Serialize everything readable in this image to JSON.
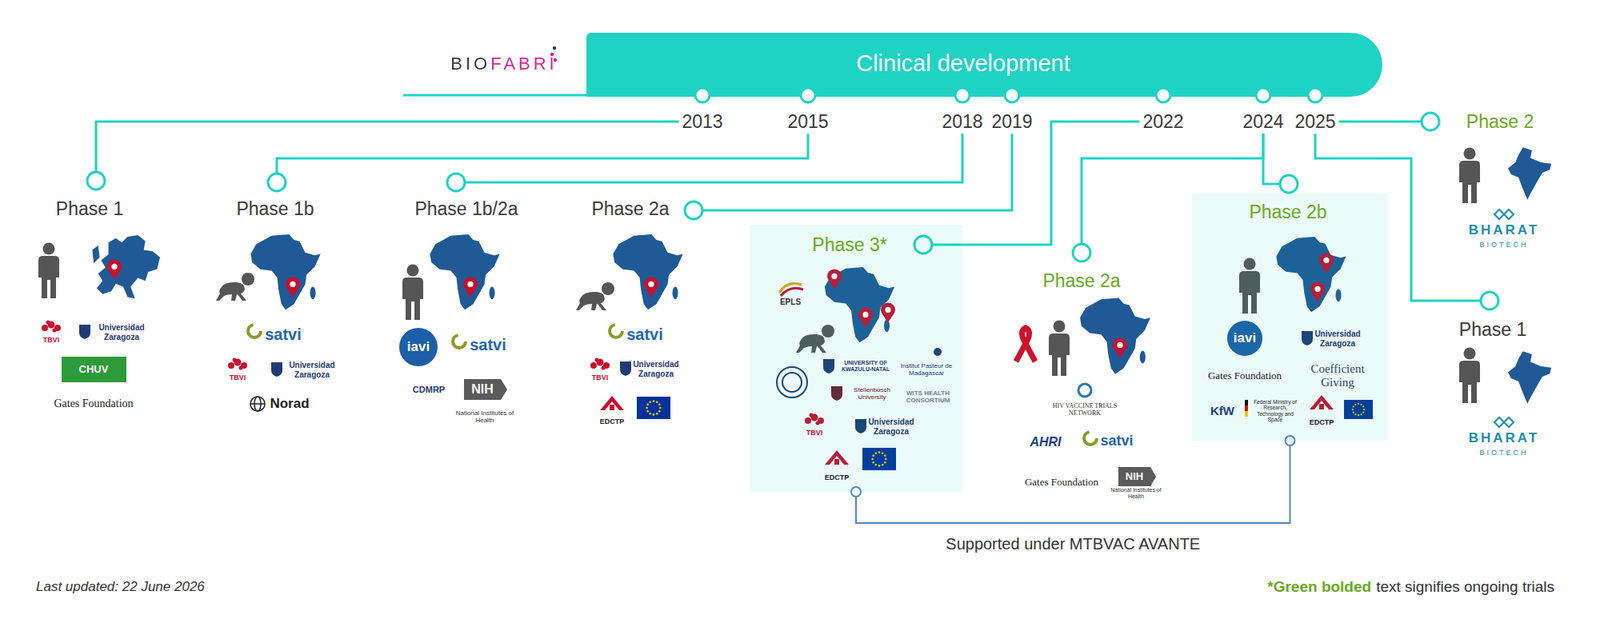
{
  "diagram": {
    "nodes": [
      {
        "text": [
          "Clinical development"
        ]
      },
      {
        "text": [
          "2013"
        ]
      },
      {
        "text": [
          "2015"
        ]
      },
      {
        "text": [
          "2018"
        ]
      },
      {
        "text": [
          "2019"
        ]
      },
      {
        "text": [
          "2022"
        ]
      },
      {
        "text": [
          "2024"
        ]
      },
      {
        "text": [
          "2025"
        ]
      },
      {
        "text": [
          "Phase 1",
          "TBVI",
          "Universidad Zaragoza",
          "CHUV",
          "Gates Foundation"
        ]
      },
      {
        "text": [
          "Phase 1b",
          "satvi",
          "TBVI",
          "Universidad Zaragoza",
          "Norad"
        ]
      },
      {
        "text": [
          "Phase 1b/2a",
          "iavi",
          "satvi",
          "CDMRP",
          "NIH",
          "National Institutes of Health"
        ]
      },
      {
        "text": [
          "Phase 2a",
          "satvi",
          "TBVI",
          "Universidad Zaragoza",
          "EDCTP"
        ]
      },
      {
        "text": [
          "Phase 3*",
          "EPLS",
          "UNIVERSITY OF KWAZULU-NATAL",
          "Institut Pasteur de Madagascar",
          "Stellenbosch University",
          "WITS HEALTH CONSORTIUM",
          "TBVI",
          "Universidad Zaragoza",
          "EDCTP"
        ]
      },
      {
        "text": [
          "Phase 2a",
          "HIV VACCINE TRIALS NETWORK",
          "AHRI",
          "satvi",
          "Gates Foundation",
          "NIH",
          "National Institutes of Health"
        ]
      },
      {
        "text": [
          "Phase 2b",
          "iavi",
          "Universidad Zaragoza",
          "Gates Foundation",
          "Coefficient Giving",
          "KfW",
          "Federal Ministry of Research, Technology and Space",
          "EDCTP"
        ]
      },
      {
        "text": [
          "Phase 2",
          "BHARAT",
          "BIOTECH"
        ]
      },
      {
        "text": [
          "Phase 1",
          "BHARAT",
          "BIOTECH"
        ]
      }
    ],
    "edges": [
      {
        "from": 1,
        "to": 8,
        "arrow": "none"
      },
      {
        "from": 2,
        "to": 9,
        "arrow": "none"
      },
      {
        "from": 3,
        "to": 10,
        "arrow": "none"
      },
      {
        "from": 4,
        "to": 11,
        "arrow": "none"
      },
      {
        "from": 5,
        "to": 12,
        "arrow": "none"
      },
      {
        "from": 6,
        "to": 13,
        "arrow": "none"
      },
      {
        "from": 6,
        "to": 14,
        "arrow": "none"
      },
      {
        "from": 7,
        "to": 15,
        "arrow": "none"
      },
      {
        "from": 7,
        "to": 16,
        "arrow": "none"
      },
      {
        "from": 12,
        "to": 14,
        "label": "Supported under MTBVAC AVANTE",
        "arrow": "none"
      }
    ],
    "labels": [
      "BIOFABRI",
      "Last updated: 22 June 2026",
      "*Green bolded",
      "text signifies ongoing trials"
    ]
  }
}
